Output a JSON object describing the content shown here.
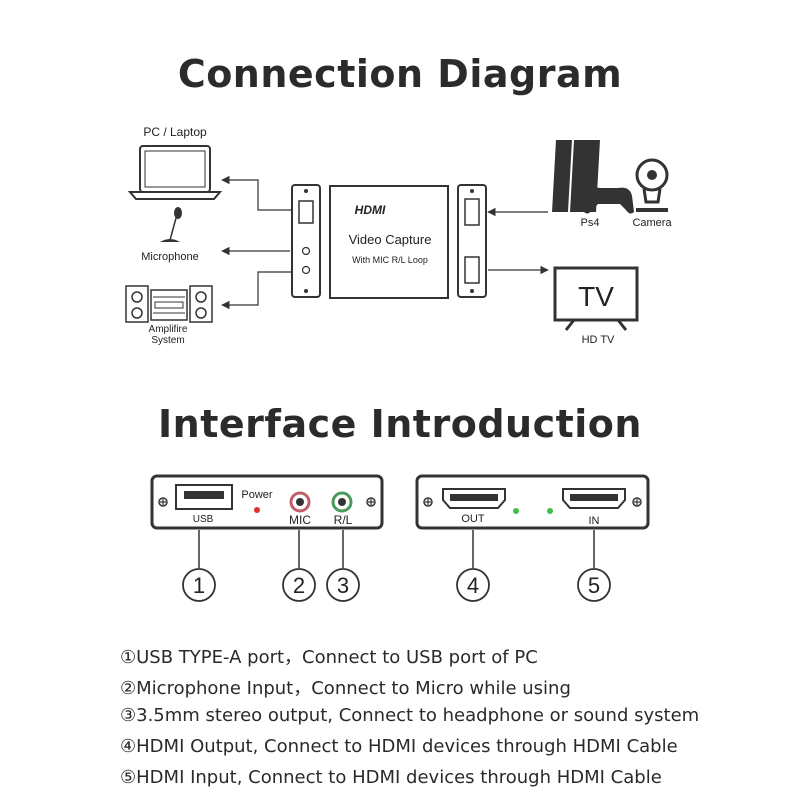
{
  "titles": {
    "connection": "Connection Diagram",
    "interface": "Interface Introduction"
  },
  "devices": {
    "pc": "PC / Laptop",
    "microphone": "Microphone",
    "amplifier_line1": "Amplifire",
    "amplifier_line2": "System",
    "ps4": "Ps4",
    "camera": "Camera",
    "tv_screen": "TV",
    "tv_label": "HD TV"
  },
  "capture": {
    "logo": "HDMI",
    "name": "Video Capture",
    "subtitle": "With MIC R/L Loop"
  },
  "panel": {
    "usb": "USB",
    "power": "Power",
    "mic": "MIC",
    "rl": "R/L",
    "out": "OUT",
    "in": "IN"
  },
  "markers": [
    "1",
    "2",
    "3",
    "4",
    "5"
  ],
  "descriptions": [
    "①USB TYPE-A port，Connect to USB port of PC",
    "②Microphone Input，Connect to Micro while using",
    "③3.5mm stereo output, Connect to headphone or sound system",
    "④HDMI Output, Connect to HDMI devices through HDMI Cable",
    "⑤HDMI Input, Connect to HDMI devices through HDMI Cable"
  ],
  "colors": {
    "line": "#333333",
    "power_led": "#e03030",
    "status_led": "#3fbf4a",
    "mic_jack": "#c2606a",
    "rl_jack": "#4a9a5a"
  }
}
